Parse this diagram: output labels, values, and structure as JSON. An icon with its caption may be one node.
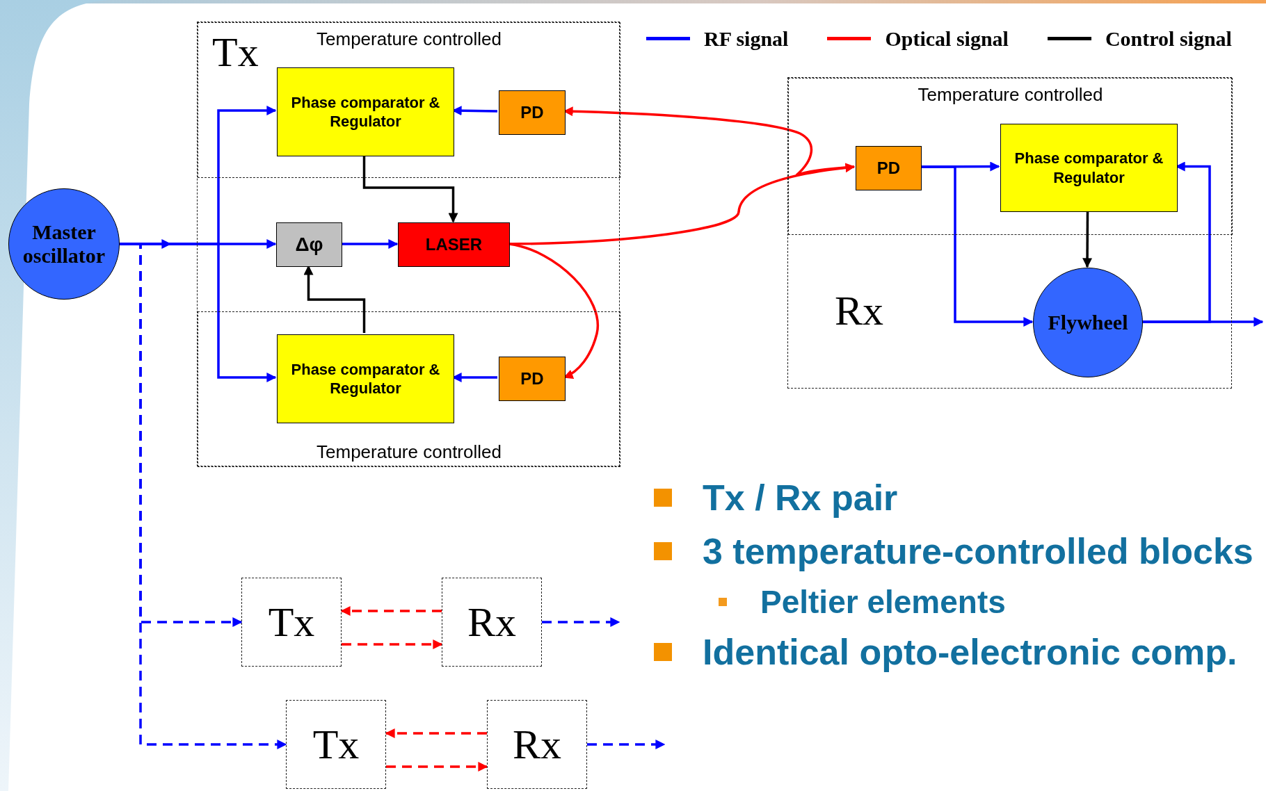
{
  "diagram": {
    "nodes": [
      {
        "text": [],
        "shape": "box"
      },
      {
        "text": [
          "Tx",
          "Temperature controlled"
        ],
        "in": 0
      },
      {
        "text": [
          "Phase comparator & Regulator"
        ],
        "in": 1
      },
      {
        "text": [
          "PD"
        ],
        "in": 1
      },
      {
        "text": [
          "Δφ"
        ],
        "in": 0
      },
      {
        "text": [
          "LASER"
        ],
        "in": 0
      },
      {
        "text": [
          "Temperature controlled"
        ],
        "in": 0
      },
      {
        "text": [
          "Phase comparator & Regulator"
        ],
        "in": 6
      },
      {
        "text": [
          "PD"
        ],
        "in": 6
      },
      {
        "text": [
          "Master oscillator"
        ]
      },
      {
        "text": [
          "Rx"
        ]
      },
      {
        "text": [
          "Temperature controlled"
        ],
        "in": 10
      },
      {
        "text": [
          "PD"
        ],
        "in": 11
      },
      {
        "text": [
          "Phase comparator & Regulator"
        ],
        "in": 11
      },
      {
        "text": [
          "Flywheel"
        ],
        "in": 10
      },
      {
        "text": [
          "Tx"
        ]
      },
      {
        "text": [
          "Rx"
        ]
      },
      {
        "text": [
          "Tx"
        ]
      },
      {
        "text": [
          "Rx"
        ]
      }
    ],
    "edges": [
      {
        "from": 9,
        "to": 4,
        "arrow": "to"
      },
      {
        "from": 9,
        "to": 2,
        "arrow": "to"
      },
      {
        "from": 9,
        "to": 7,
        "arrow": "to"
      },
      {
        "from": 3,
        "to": 2,
        "arrow": "to"
      },
      {
        "from": 8,
        "to": 7,
        "arrow": "to"
      },
      {
        "from": 2,
        "to": 5,
        "arrow": "to",
        "color": "#000000"
      },
      {
        "from": 7,
        "to": 4,
        "arrow": "to",
        "color": "#000000"
      },
      {
        "from": 4,
        "to": 5,
        "arrow": "to"
      },
      {
        "from": 5,
        "to": 12,
        "arrow": "to",
        "color": "#ff0000"
      },
      {
        "from": 12,
        "to": 3,
        "arrow": "to",
        "color": "#ff0000"
      },
      {
        "from": 5,
        "to": 8,
        "arrow": "to",
        "color": "#ff0000"
      },
      {
        "from": 12,
        "to": 13,
        "arrow": "to"
      },
      {
        "from": 12,
        "to": 14,
        "arrow": "to"
      },
      {
        "from": 13,
        "to": 14,
        "arrow": "to",
        "color": "#000000"
      },
      {
        "from": 14,
        "to": null,
        "arrow": "to"
      },
      {
        "from": 14,
        "to": 13,
        "arrow": "to"
      },
      {
        "from": 9,
        "to": 15,
        "arrow": "to",
        "style": "dashed"
      },
      {
        "from": 9,
        "to": 17,
        "arrow": "to",
        "style": "dashed"
      },
      {
        "from": 16,
        "to": 15,
        "arrow": "to",
        "style": "dashed",
        "color": "#ff0000"
      },
      {
        "from": 15,
        "to": 16,
        "arrow": "to",
        "style": "dashed",
        "color": "#ff0000"
      },
      {
        "from": 16,
        "to": null,
        "arrow": "to",
        "style": "dashed"
      },
      {
        "from": 18,
        "to": 17,
        "arrow": "to",
        "style": "dashed",
        "color": "#ff0000"
      },
      {
        "from": 17,
        "to": 18,
        "arrow": "to",
        "style": "dashed",
        "color": "#ff0000"
      },
      {
        "from": 18,
        "to": null,
        "arrow": "to",
        "style": "dashed"
      }
    ],
    "labels": [
      "Tx / Rx pair",
      "3 temperature-controlled blocks",
      "Peltier elements",
      "Identical opto-electronic comp."
    ],
    "legend": [
      {
        "text": "RF signal"
      },
      {
        "text": "Optical signal"
      },
      {
        "text": "Control signal"
      }
    ]
  }
}
